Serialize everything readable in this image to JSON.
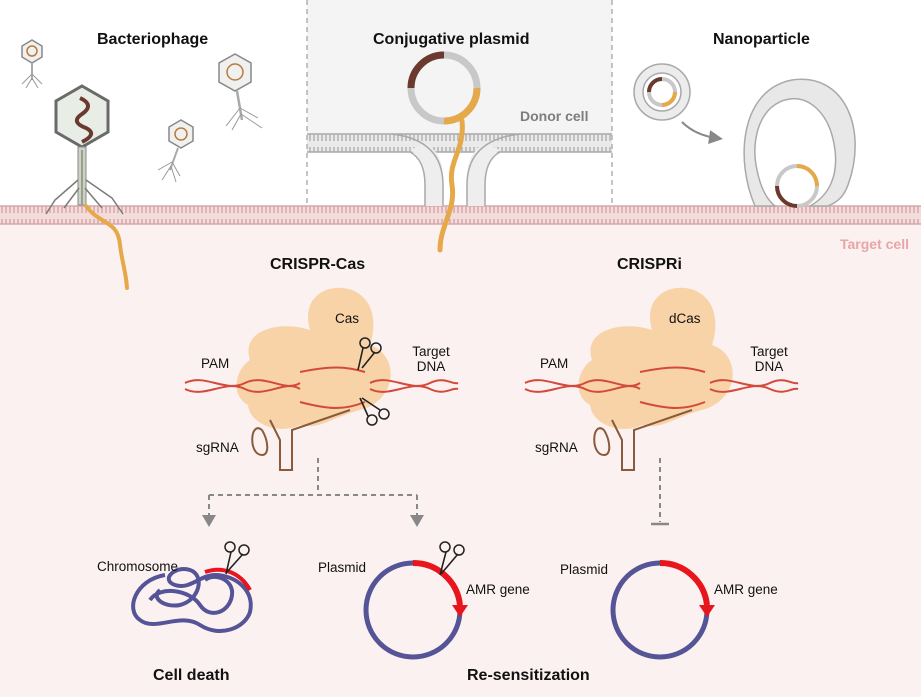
{
  "panels": {
    "bacteriophage": "Bacteriophage",
    "conjugative_plasmid": "Conjugative plasmid",
    "nanoparticle": "Nanoparticle"
  },
  "donor_cell": "Donor cell",
  "target_cell": "Target cell",
  "crispr_cas": {
    "title": "CRISPR-Cas",
    "protein": "Cas",
    "pam": "PAM",
    "target_line1": "Target",
    "target_line2": "DNA",
    "sgrna": "sgRNA"
  },
  "crispri": {
    "title": "CRISPRi",
    "protein": "dCas",
    "pam": "PAM",
    "target_line1": "Target",
    "target_line2": "DNA",
    "sgrna": "sgRNA"
  },
  "outcomes": {
    "chromosome": "Chromosome",
    "plasmid_left": "Plasmid",
    "amr_left": "AMR gene",
    "plasmid_right": "Plasmid",
    "amr_right": "AMR gene",
    "cell_death": "Cell death",
    "resensitization": "Re-sensitization"
  },
  "colors": {
    "target_bg": "#fcf1f1",
    "membrane": "#d6a9a9",
    "donor_membrane": "#a9a9a9",
    "cas_protein": "#f7cf9f",
    "dna_red": "#d44a3a",
    "plasmid_blue": "#545496",
    "amr_red": "#e8161c",
    "phage_orange": "#e5a94a",
    "brown": "#6b3a2e"
  }
}
